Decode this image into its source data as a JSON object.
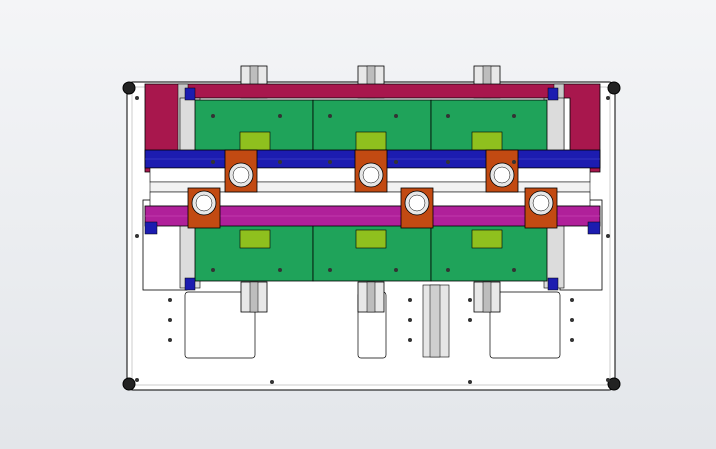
{
  "viewport": {
    "background": "#eceef1"
  },
  "colors": {
    "frame": "#ffffff",
    "outline": "#000000",
    "maroon": "#a8174d",
    "green": "#1fa35a",
    "green_dark": "#168046",
    "lime": "#8fc01e",
    "blue": "#1c1cb0",
    "magenta": "#b0209a",
    "orange": "#c24a12",
    "cylinder": "#e6e6e6",
    "rail": "#d9d9d9",
    "screw": "#333333"
  },
  "assembly": {
    "modules": 3,
    "upper_clamps": 3,
    "lower_clamps": 3,
    "corner_feet": 4
  }
}
